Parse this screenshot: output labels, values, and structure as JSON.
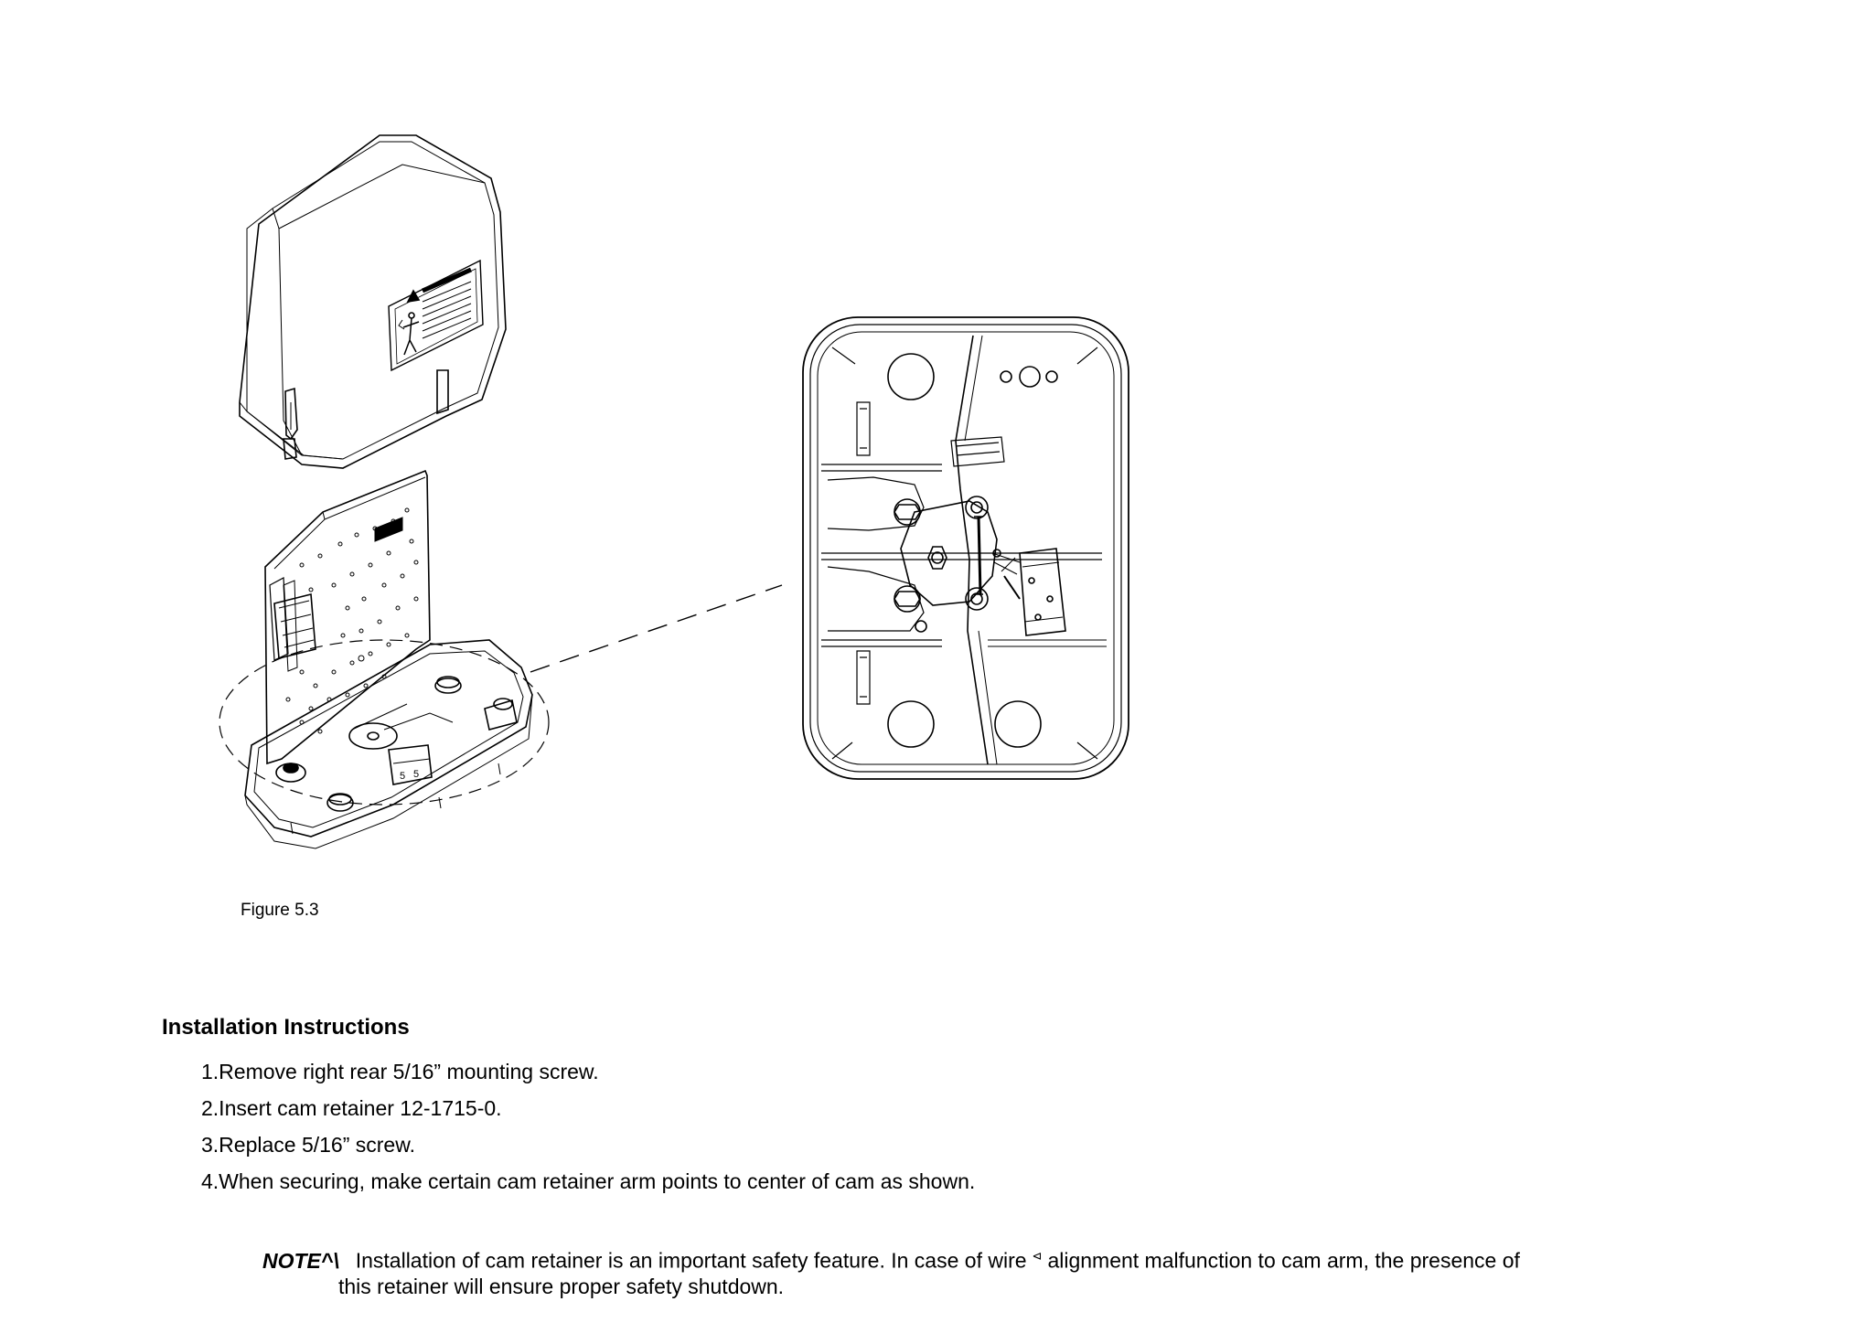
{
  "figure": {
    "caption": "Figure 5.3"
  },
  "instructions": {
    "heading": "Installation Instructions",
    "steps": [
      "1.Remove right rear 5/16” mounting screw.",
      "2.Insert cam retainer 12-1715-0.",
      "3.Replace 5/16” screw.",
      "4.When securing, make certain cam retainer arm points to center of cam as shown."
    ]
  },
  "note": {
    "label": "NOTE^\\",
    "text_part1": "Installation of cam retainer is an important safety feature.   In case of wire",
    "mark": "⊲",
    "text_part2": "alignment malfunction to cam arm, the presence of",
    "text_line2": "this retainer will ensure proper safety shutdown."
  }
}
